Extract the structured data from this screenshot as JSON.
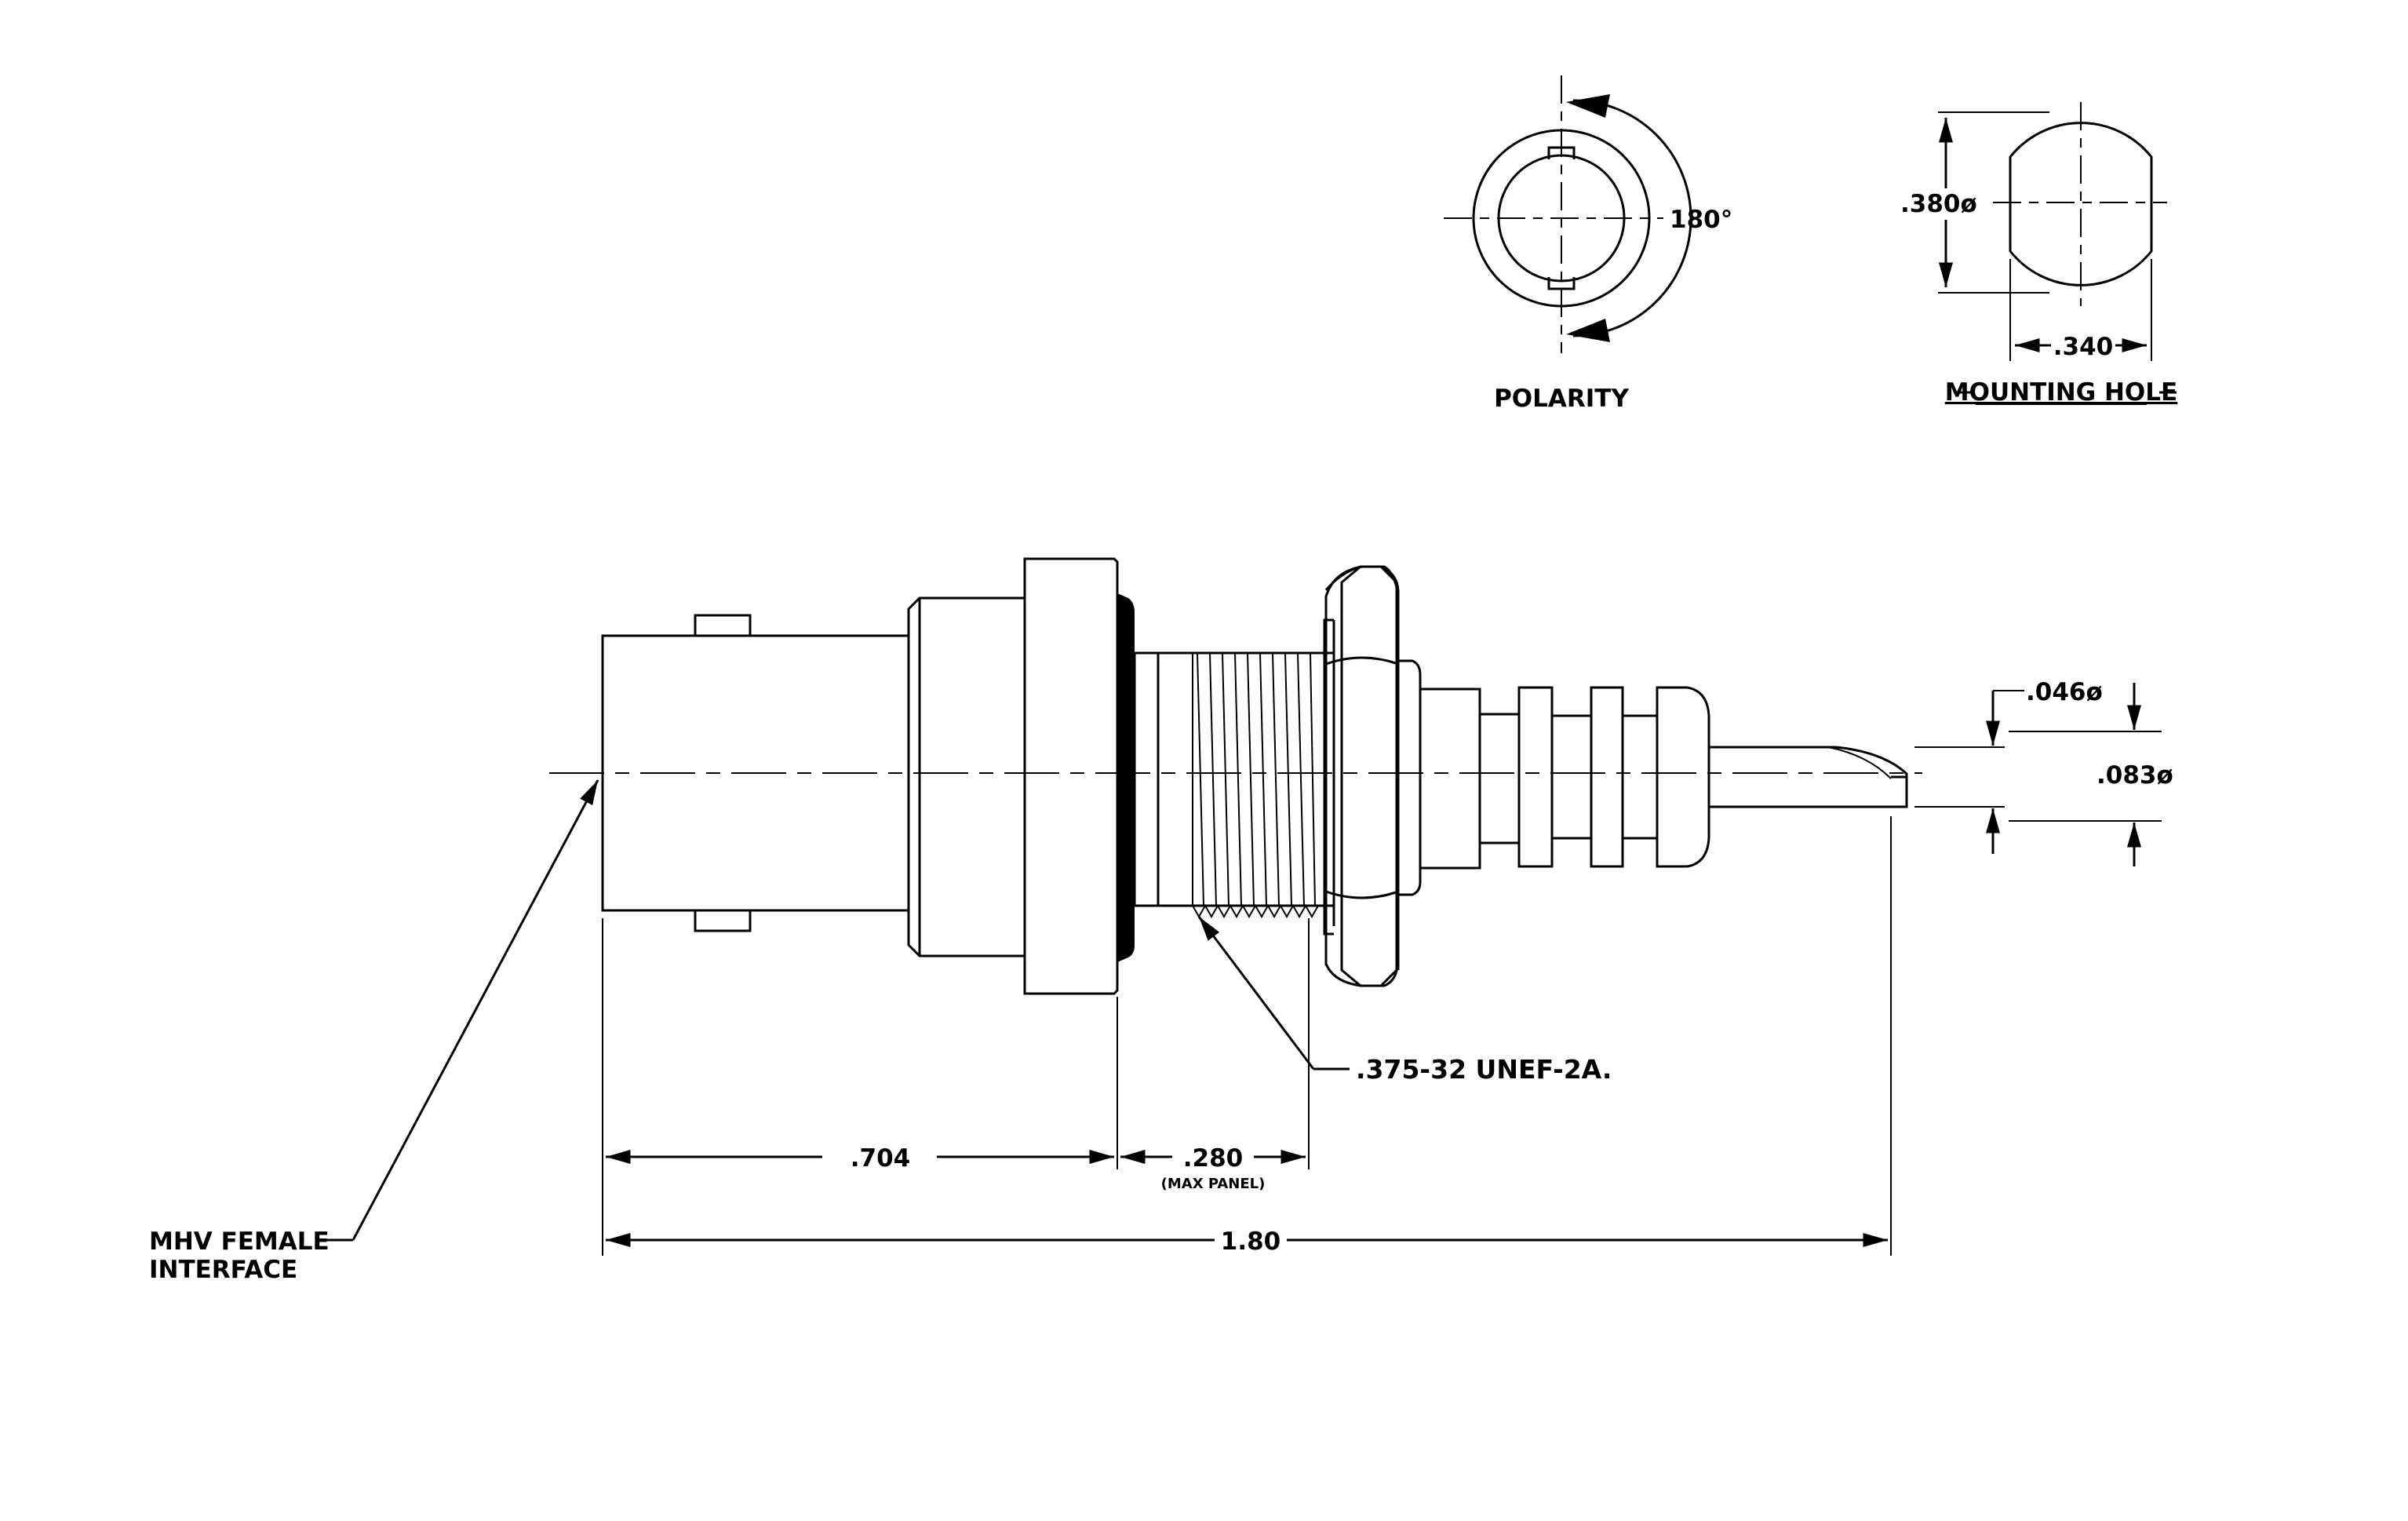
{
  "labels": {
    "polarity": "POLARITY",
    "angle": "180°",
    "mounting_hole": "MOUNTING HOLE",
    "dia_380": ".380ø",
    "dim_340": ".340",
    "pin_046": ".046ø",
    "pin_083": ".083ø",
    "thread": ".375-32 UNEF-2A.",
    "dim_704": ".704",
    "dim_280": ".280",
    "max_panel": "(MAX PANEL)",
    "dim_180": "1.80",
    "interface_1": "MHV FEMALE",
    "interface_2": "INTERFACE"
  }
}
